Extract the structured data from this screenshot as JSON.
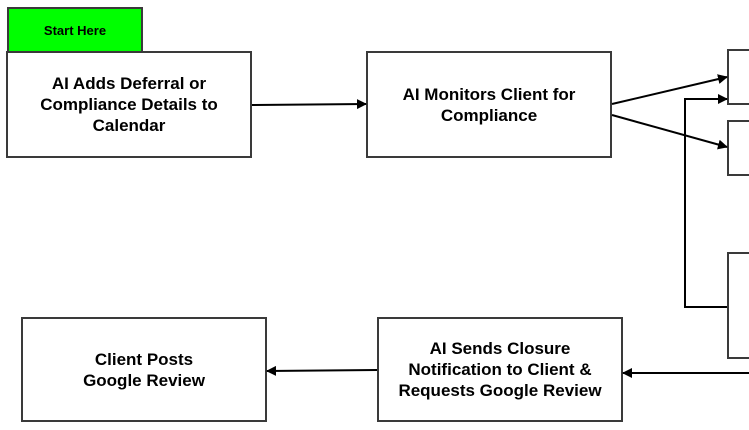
{
  "start_tag": {
    "label": "Start Here",
    "color": "#00ff00"
  },
  "nodes": {
    "add_to_calendar": "AI Adds Deferral or\nCompliance Details to\nCalendar",
    "monitor_client": "AI Monitors Client for\nCompliance",
    "send_closure": "AI Sends Closure\nNotification to Client &\nRequests Google Review",
    "client_review": "Client Posts\nGoogle Review"
  },
  "colors": {
    "border": "#3a3a3a",
    "edge": "#000000"
  }
}
